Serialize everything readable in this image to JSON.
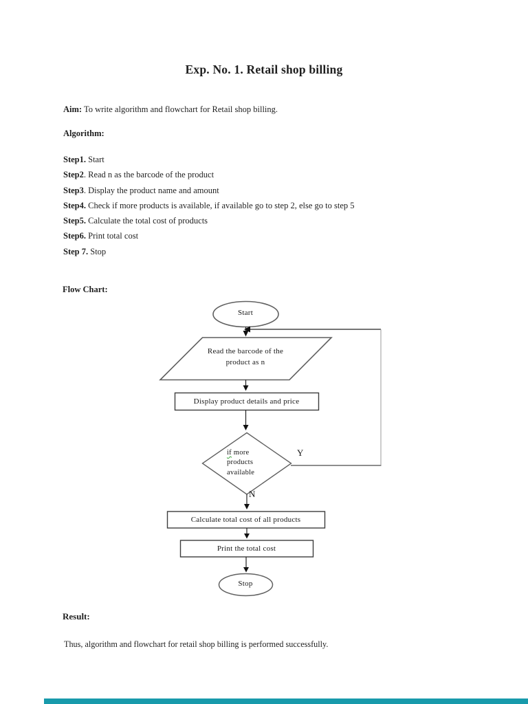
{
  "document": {
    "title": "Exp. No. 1. Retail shop billing",
    "aim": {
      "label": "Aim:",
      "text": " To write algorithm and flowchart for Retail shop billing."
    },
    "algorithm_heading": "Algorithm:",
    "steps": [
      {
        "label": "Step1.",
        "text": " Start"
      },
      {
        "label": "Step2",
        "text": ". Read n as the barcode of the product"
      },
      {
        "label": "Step3",
        "text": ". Display the product name and amount"
      },
      {
        "label": "Step4.",
        "text": " Check if more products is available, if available go to step 2, else go to step 5"
      },
      {
        "label": "Step5.",
        "text": " Calculate the total cost of products"
      },
      {
        "label": "Step6.",
        "text": " Print total cost"
      },
      {
        "label": "Step 7.",
        "text": " Stop"
      }
    ],
    "flowchart_heading": "Flow Chart:",
    "result": {
      "label": "Result:",
      "text": "Thus, algorithm and flowchart for retail shop billing is performed successfully."
    }
  },
  "flowchart": {
    "start_label": "Start",
    "read_line1": "Read the barcode of the",
    "read_line2": "product as n",
    "display_label": "Display product details and price",
    "decision": {
      "line1_if": "if",
      "line1_rest": " more",
      "line2": "products",
      "line3": "available"
    },
    "branch_yes": "Y",
    "branch_no": "N",
    "calculate_label": "Calculate total cost of all products",
    "print_label": "Print the total cost",
    "stop_label": "Stop"
  },
  "colors": {
    "shape_outline": "#606060",
    "box_outline": "#3c3c3c",
    "connector": "#222222",
    "footer_bar": "#189aab"
  }
}
